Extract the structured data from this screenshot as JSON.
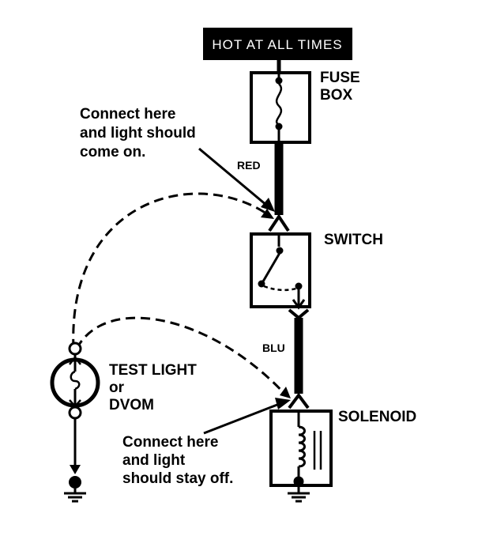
{
  "header": {
    "text": "HOT AT ALL TIMES"
  },
  "components": {
    "fuse_box": [
      "FUSE",
      "BOX"
    ],
    "switch": "SWITCH",
    "solenoid": "SOLENOID",
    "test_light": [
      "TEST LIGHT",
      "or",
      "DVOM"
    ]
  },
  "wires": {
    "upper": "RED",
    "lower": "BLU"
  },
  "notes": {
    "light_on": [
      "Connect here",
      "and light should",
      "come on."
    ],
    "light_off": [
      "Connect here",
      "and light",
      "should stay off."
    ]
  }
}
